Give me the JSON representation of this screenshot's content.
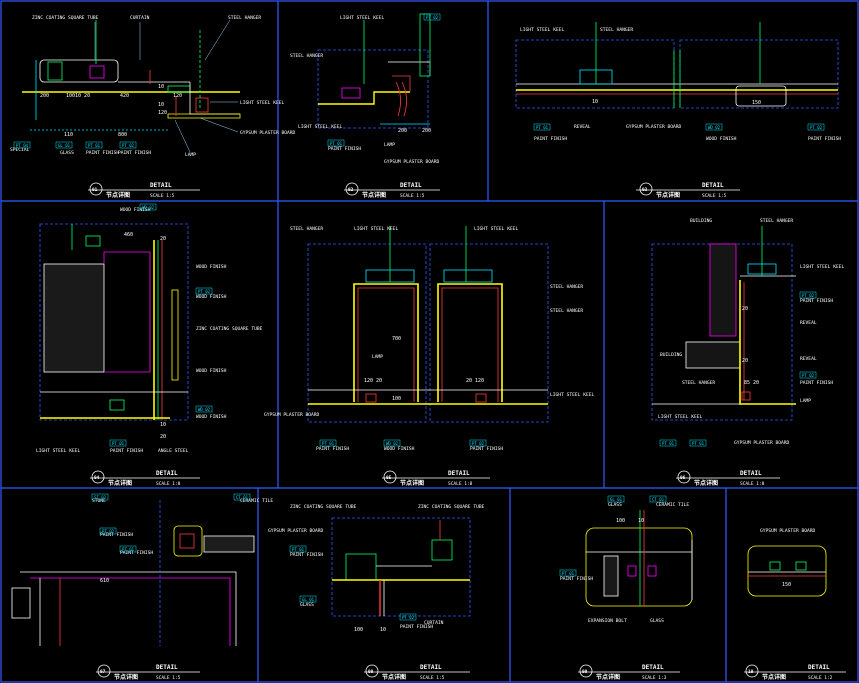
{
  "panels": [
    {
      "id": "01",
      "title_en": "DETAIL",
      "title_zh": "节点详图",
      "scale": "SCALE 1:5",
      "labels": [
        "ZINC COATING SQUARE TUBE",
        "CURTAIN",
        "STEEL HANGER",
        "LIGHT STEEL KEEL",
        "GYPSUM PLASTER BOARD",
        "LAMP",
        "GLASS",
        "SPECIAL",
        "PAINT FINISH",
        "PAINT FINISH"
      ],
      "dims": [
        "200",
        "10010 20",
        "420",
        "120",
        "110",
        "800",
        "10",
        "10",
        "120"
      ],
      "tags": [
        "PT 04",
        "GL 01",
        "PT 01",
        "PT 02"
      ]
    },
    {
      "id": "02",
      "title_en": "DETAIL",
      "title_zh": "节点详图",
      "scale": "SCALE 1:5",
      "labels": [
        "LIGHT STEEL KEEL",
        "STEEL HANGER",
        "LIGHT STEEL KEEL",
        "LAMP",
        "GYPSUM PLASTER BOARD",
        "PAINT FINISH"
      ],
      "dims": [
        "200",
        "200"
      ],
      "tags": [
        "PT 02",
        "PT 01"
      ]
    },
    {
      "id": "03",
      "title_en": "DETAIL",
      "title_zh": "节点详图",
      "scale": "SCALE 1:5",
      "labels": [
        "LIGHT STEEL KEEL",
        "STEEL HANGER",
        "REVEAL",
        "GYPSUM PLASTER BOARD",
        "PAINT FINISH",
        "WOOD FINISH",
        "PAINT FINISH"
      ],
      "dims": [
        "150",
        "10"
      ],
      "tags": [
        "PT 01",
        "WD 02",
        "PT 02"
      ]
    },
    {
      "id": "04",
      "title_en": "DETAIL",
      "title_zh": "节点详图",
      "scale": "SCALE 1:8",
      "labels": [
        "WOOD FINISH",
        "WOOD FINISH",
        "WOOD FINISH",
        "ZINC COATING SQUARE TUBE",
        "WOOD FINISH",
        "WOOD FINISH",
        "LIGHT STEEL KEEL",
        "PAINT FINISH",
        "ANGLE STEEL"
      ],
      "dims": [
        "460",
        "20",
        "10",
        "20"
      ],
      "tags": [
        "WD 02",
        "PT 02",
        "WD 02",
        "PT 01"
      ]
    },
    {
      "id": "05",
      "title_en": "DETAIL",
      "title_zh": "节点详图",
      "scale": "SCALE 1:8",
      "labels": [
        "STEEL HANGER",
        "LIGHT STEEL KEEL",
        "LIGHT STEEL KEEL",
        "STEEL HANGER",
        "STEEL HANGER",
        "LAMP",
        "GYPSUM PLASTER BOARD",
        "LIGHT STEEL KEEL",
        "PAINT FINISH",
        "WOOD FINISH",
        "PAINT FINISH"
      ],
      "dims": [
        "700",
        "120 20",
        "20 120",
        "100"
      ],
      "tags": [
        "PT 01",
        "WD 02",
        "PT 02"
      ]
    },
    {
      "id": "06",
      "title_en": "DETAIL",
      "title_zh": "节点详图",
      "scale": "SCALE 1:8",
      "labels": [
        "BUILDING",
        "STEEL HANGER",
        "LIGHT STEEL KEEL",
        "PAINT FINISH",
        "REVEAL",
        "BUILDING",
        "REVEAL",
        "STEEL HANGER",
        "LIGHT STEEL KEEL",
        "PAINT FINISH",
        "LAMP",
        "GYPSUM PLASTER BOARD"
      ],
      "dims": [
        "20",
        "20",
        "85 20"
      ],
      "tags": [
        "PT 02",
        "PT 02",
        "PT 01",
        "PT 01"
      ]
    },
    {
      "id": "07",
      "title_en": "DETAIL",
      "title_zh": "节点详图",
      "scale": "SCALE 1:5",
      "labels": [
        "STONE",
        "PAINT FINISH",
        "PAINT FINISH",
        "CERAMIC TILE"
      ],
      "dims": [
        "610"
      ],
      "tags": [
        "ST 02",
        "PT 02",
        "PT 01",
        "CT 01"
      ]
    },
    {
      "id": "08",
      "title_en": "DETAIL",
      "title_zh": "节点详图",
      "scale": "SCALE 1:5",
      "labels": [
        "ZINC COATING SQUARE TUBE",
        "ZINC COATING SQUARE TUBE",
        "GYPSUM PLASTER BOARD",
        "PAINT FINISH",
        "GLASS",
        "PAINT FINISH",
        "CURTAIN"
      ],
      "dims": [
        "100",
        "10"
      ],
      "tags": [
        "PT 01",
        "GL 01",
        "PT 02"
      ]
    },
    {
      "id": "09",
      "title_en": "DETAIL",
      "title_zh": "节点详图",
      "scale": "SCALE 1:3",
      "labels": [
        "GLASS",
        "CERAMIC TILE",
        "PAINT FINISH",
        "EXPANSION BOLT",
        "GLASS"
      ],
      "dims": [
        "100",
        "10"
      ],
      "tags": [
        "GL 01",
        "CT 01",
        "PT 01"
      ]
    },
    {
      "id": "10",
      "title_en": "DETAIL",
      "title_zh": "节点详图",
      "scale": "SCALE 1:2",
      "labels": [
        "GYPSUM PLASTER BOARD"
      ],
      "dims": [
        "150"
      ],
      "tags": []
    }
  ]
}
